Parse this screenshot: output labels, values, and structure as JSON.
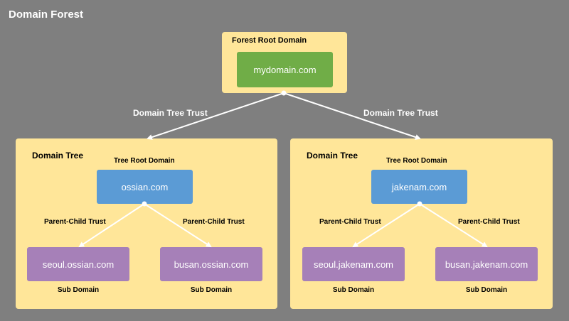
{
  "forest": {
    "title": "Domain Forest",
    "root_label": "Forest Root Domain",
    "root_domain": "mydomain.com",
    "tree_trust_label": "Domain Tree Trust"
  },
  "trees": [
    {
      "label": "Domain Tree",
      "root_label": "Tree Root Domain",
      "root_domain": "ossian.com",
      "trust_label": "Parent-Child Trust",
      "sub_label": "Sub Domain",
      "subs": [
        "seoul.ossian.com",
        "busan.ossian.com"
      ]
    },
    {
      "label": "Domain Tree",
      "root_label": "Tree Root Domain",
      "root_domain": "jakenam.com",
      "trust_label": "Parent-Child Trust",
      "sub_label": "Sub Domain",
      "subs": [
        "seoul.jakenam.com",
        "busan.jakenam.com"
      ]
    }
  ],
  "colors": {
    "background": "#7f7f7f",
    "panel": "#ffe699",
    "forest_root": "#70ad47",
    "tree_root": "#5b9bd5",
    "sub_domain": "#a680b8",
    "connector": "#ffffff"
  }
}
